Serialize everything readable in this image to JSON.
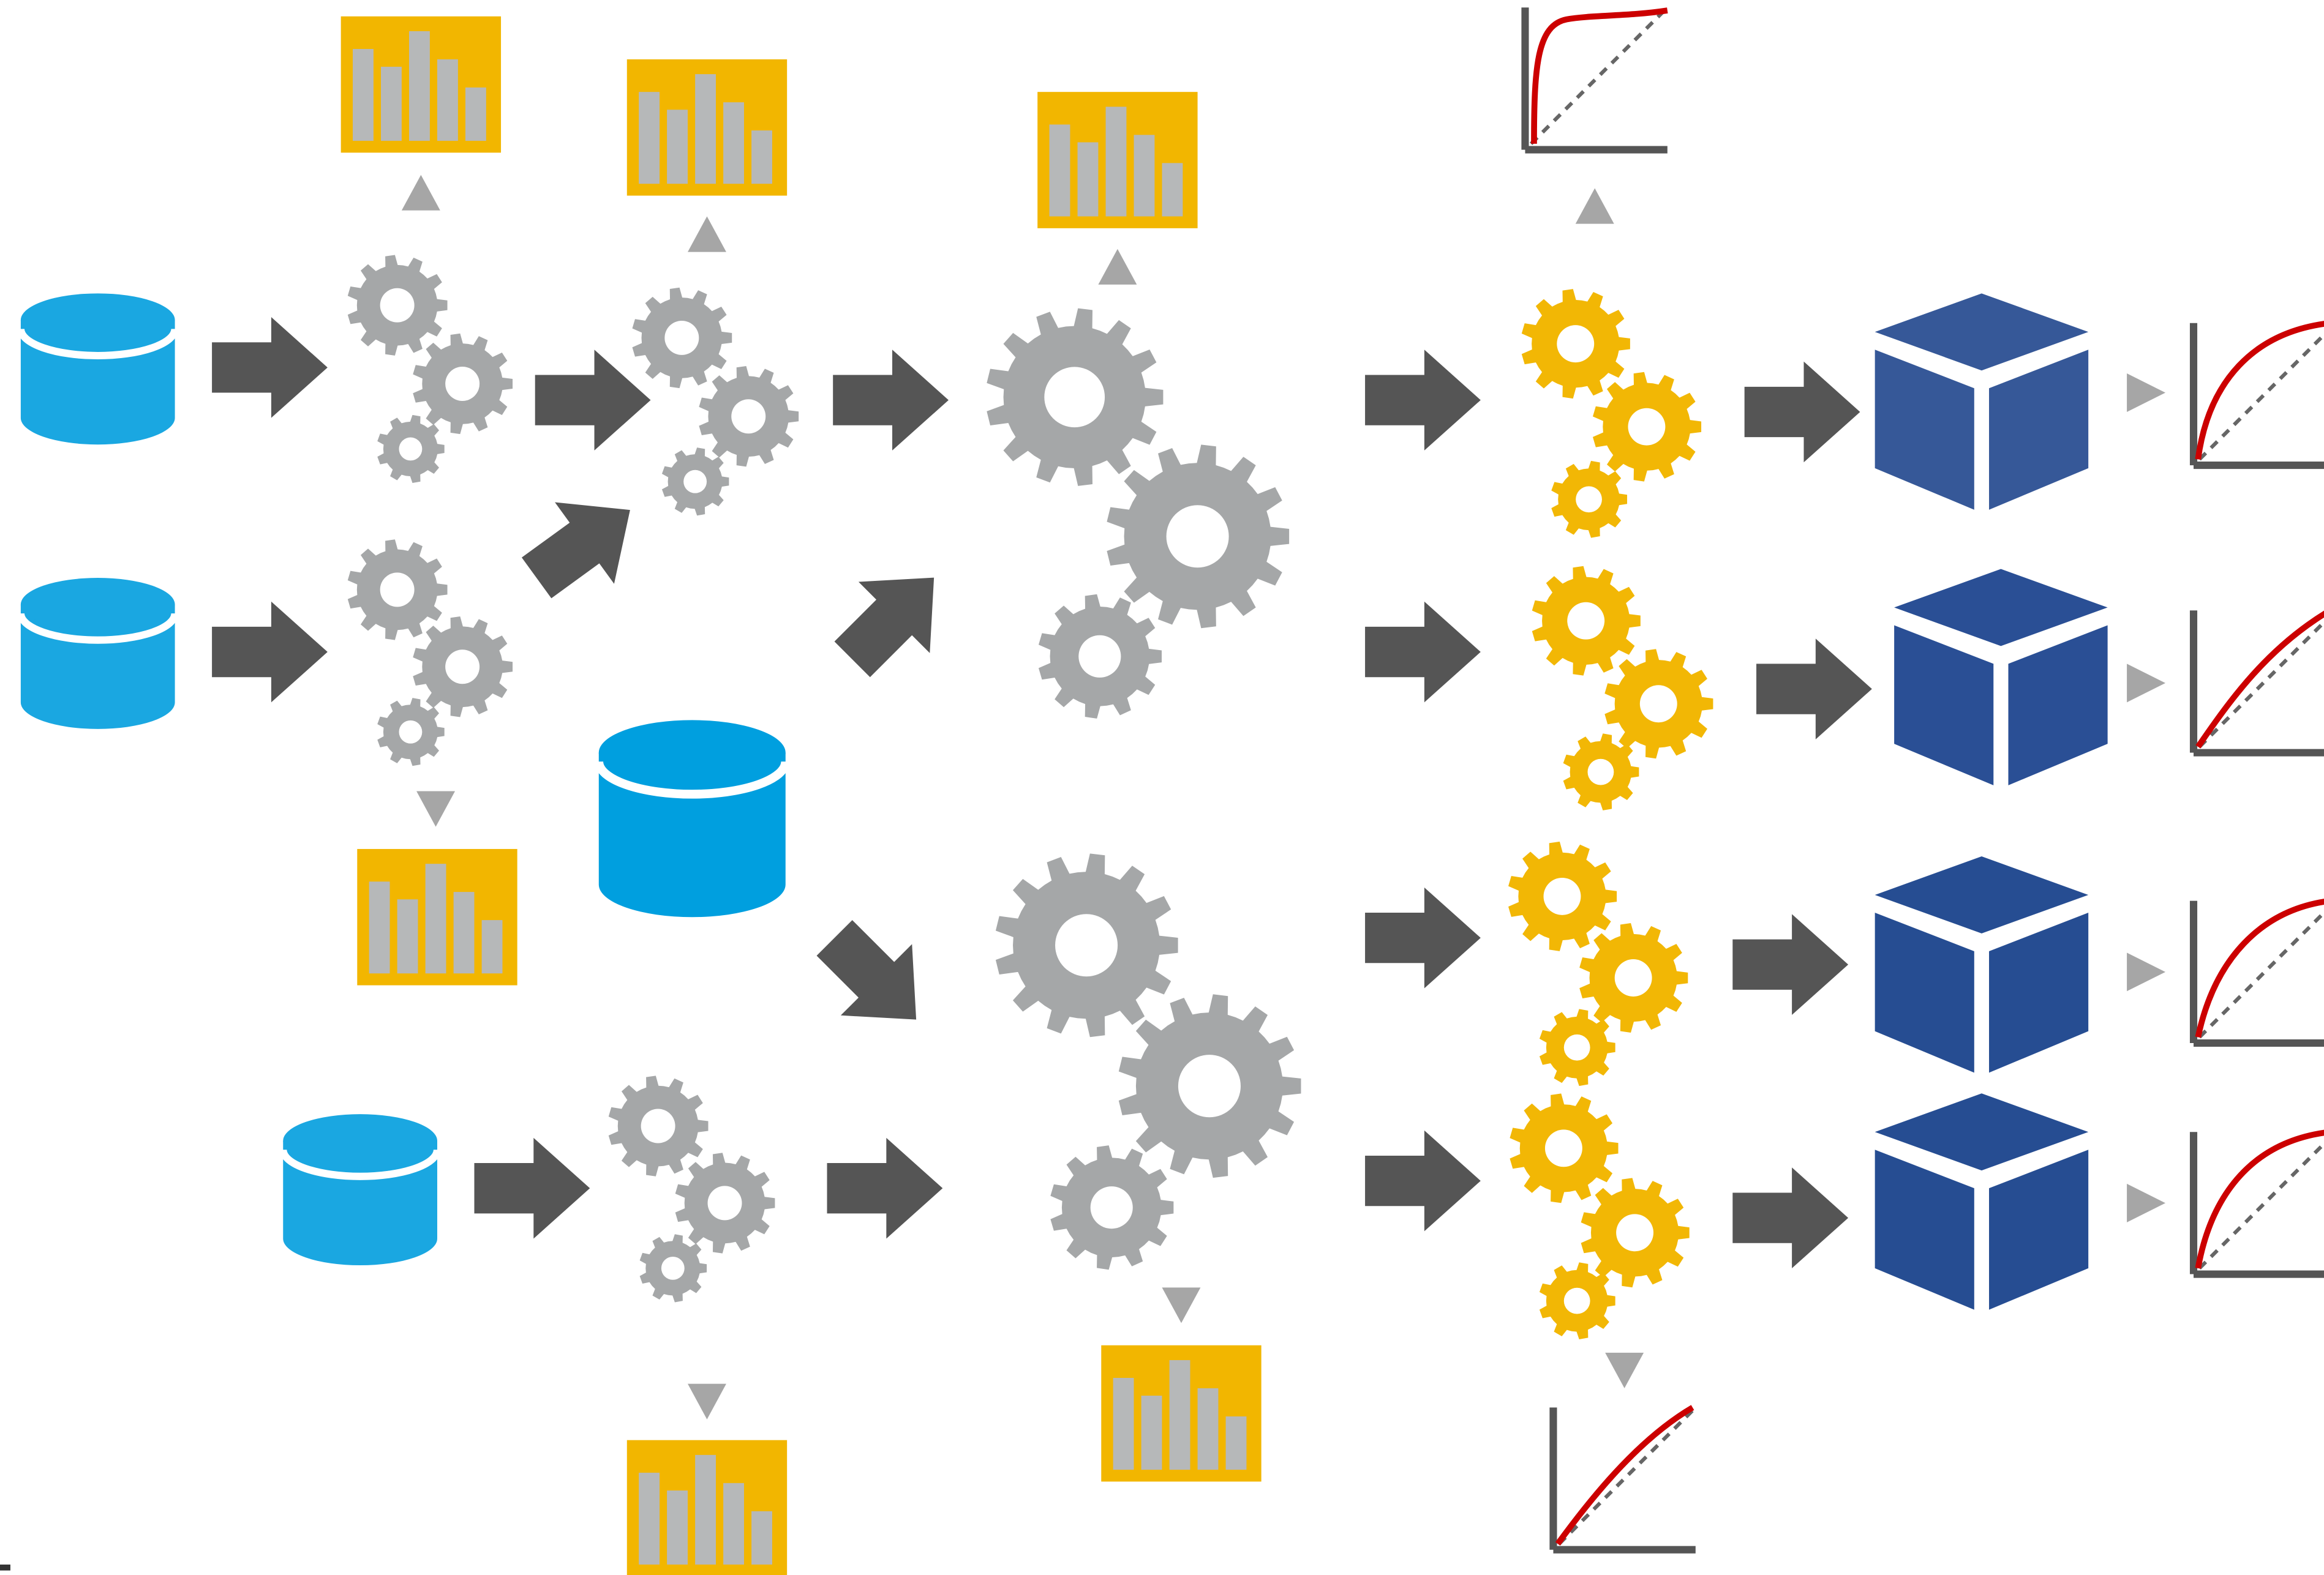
{
  "colors": {
    "database": "#1aa7e1",
    "database_large": "#009fdf",
    "gear_gray": "#a5a7a8",
    "gear_gold": "#f2b705",
    "chart_bg": "#f2b600",
    "chart_bar": "#b6b8b9",
    "arrow": "#555555",
    "small_arrow": "#a6a6a6",
    "cube": "#2e5296",
    "curve": "#cc0000",
    "axis": "#555555"
  },
  "icons": {
    "database": "database-icon",
    "gears": "gears-icon",
    "report": "bar-chart-report-icon",
    "model": "cube-model-icon",
    "curve": "roc-curve-icon",
    "arrow": "arrow-icon"
  },
  "chart_bar_heights": [
    0.68,
    0.52,
    0.82,
    0.58,
    0.38
  ]
}
